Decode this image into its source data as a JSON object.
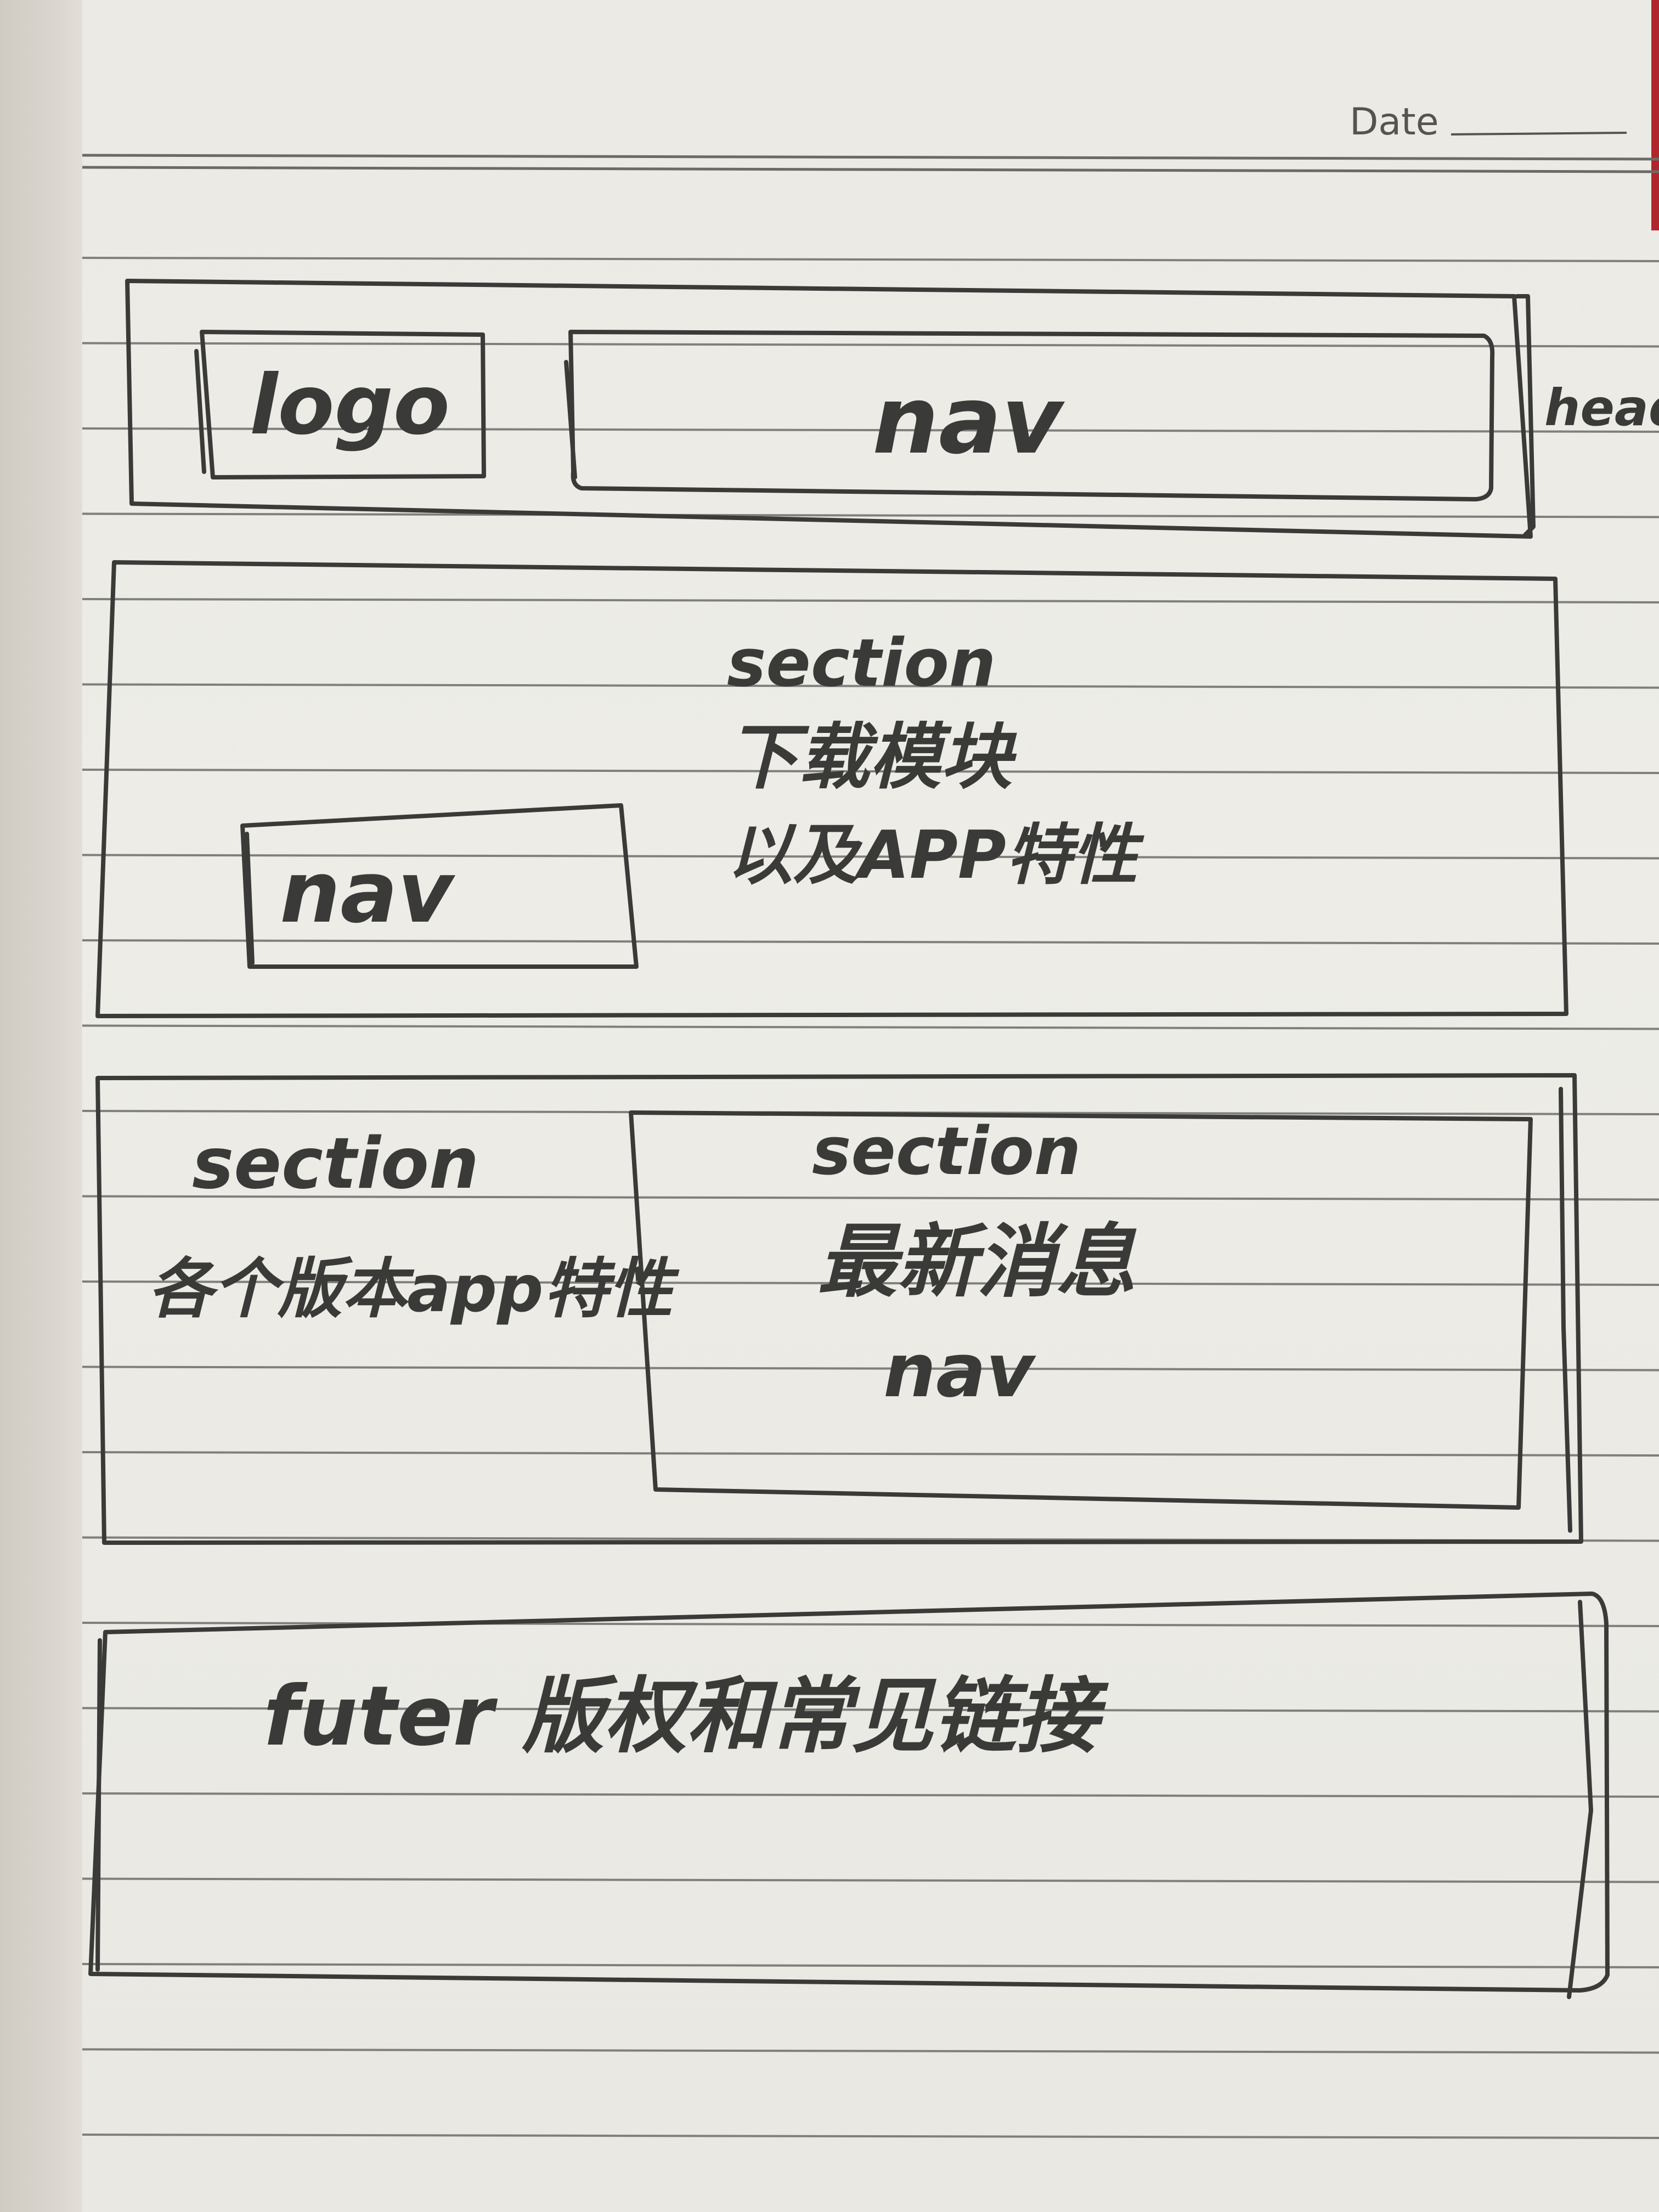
{
  "header": {
    "date_label": "Date"
  },
  "colors": {
    "ink": "#3a3a38",
    "rule": "#6d6d6a",
    "paper": "#ecebe6"
  },
  "sketch": {
    "head_block": {
      "side_label": "head",
      "logo_label": "logo",
      "nav_label": "nav"
    },
    "download_section": {
      "line1": "section",
      "line2": "下载模块",
      "line3": "以及APP特性",
      "nav_label": "nav"
    },
    "versions_section": {
      "line1": "section",
      "line2": "各个版本app特性"
    },
    "news_section": {
      "line1": "section",
      "line2": "最新消息",
      "line3": "nav"
    },
    "footer_block": {
      "label": "futer 版权和常见链接"
    }
  }
}
